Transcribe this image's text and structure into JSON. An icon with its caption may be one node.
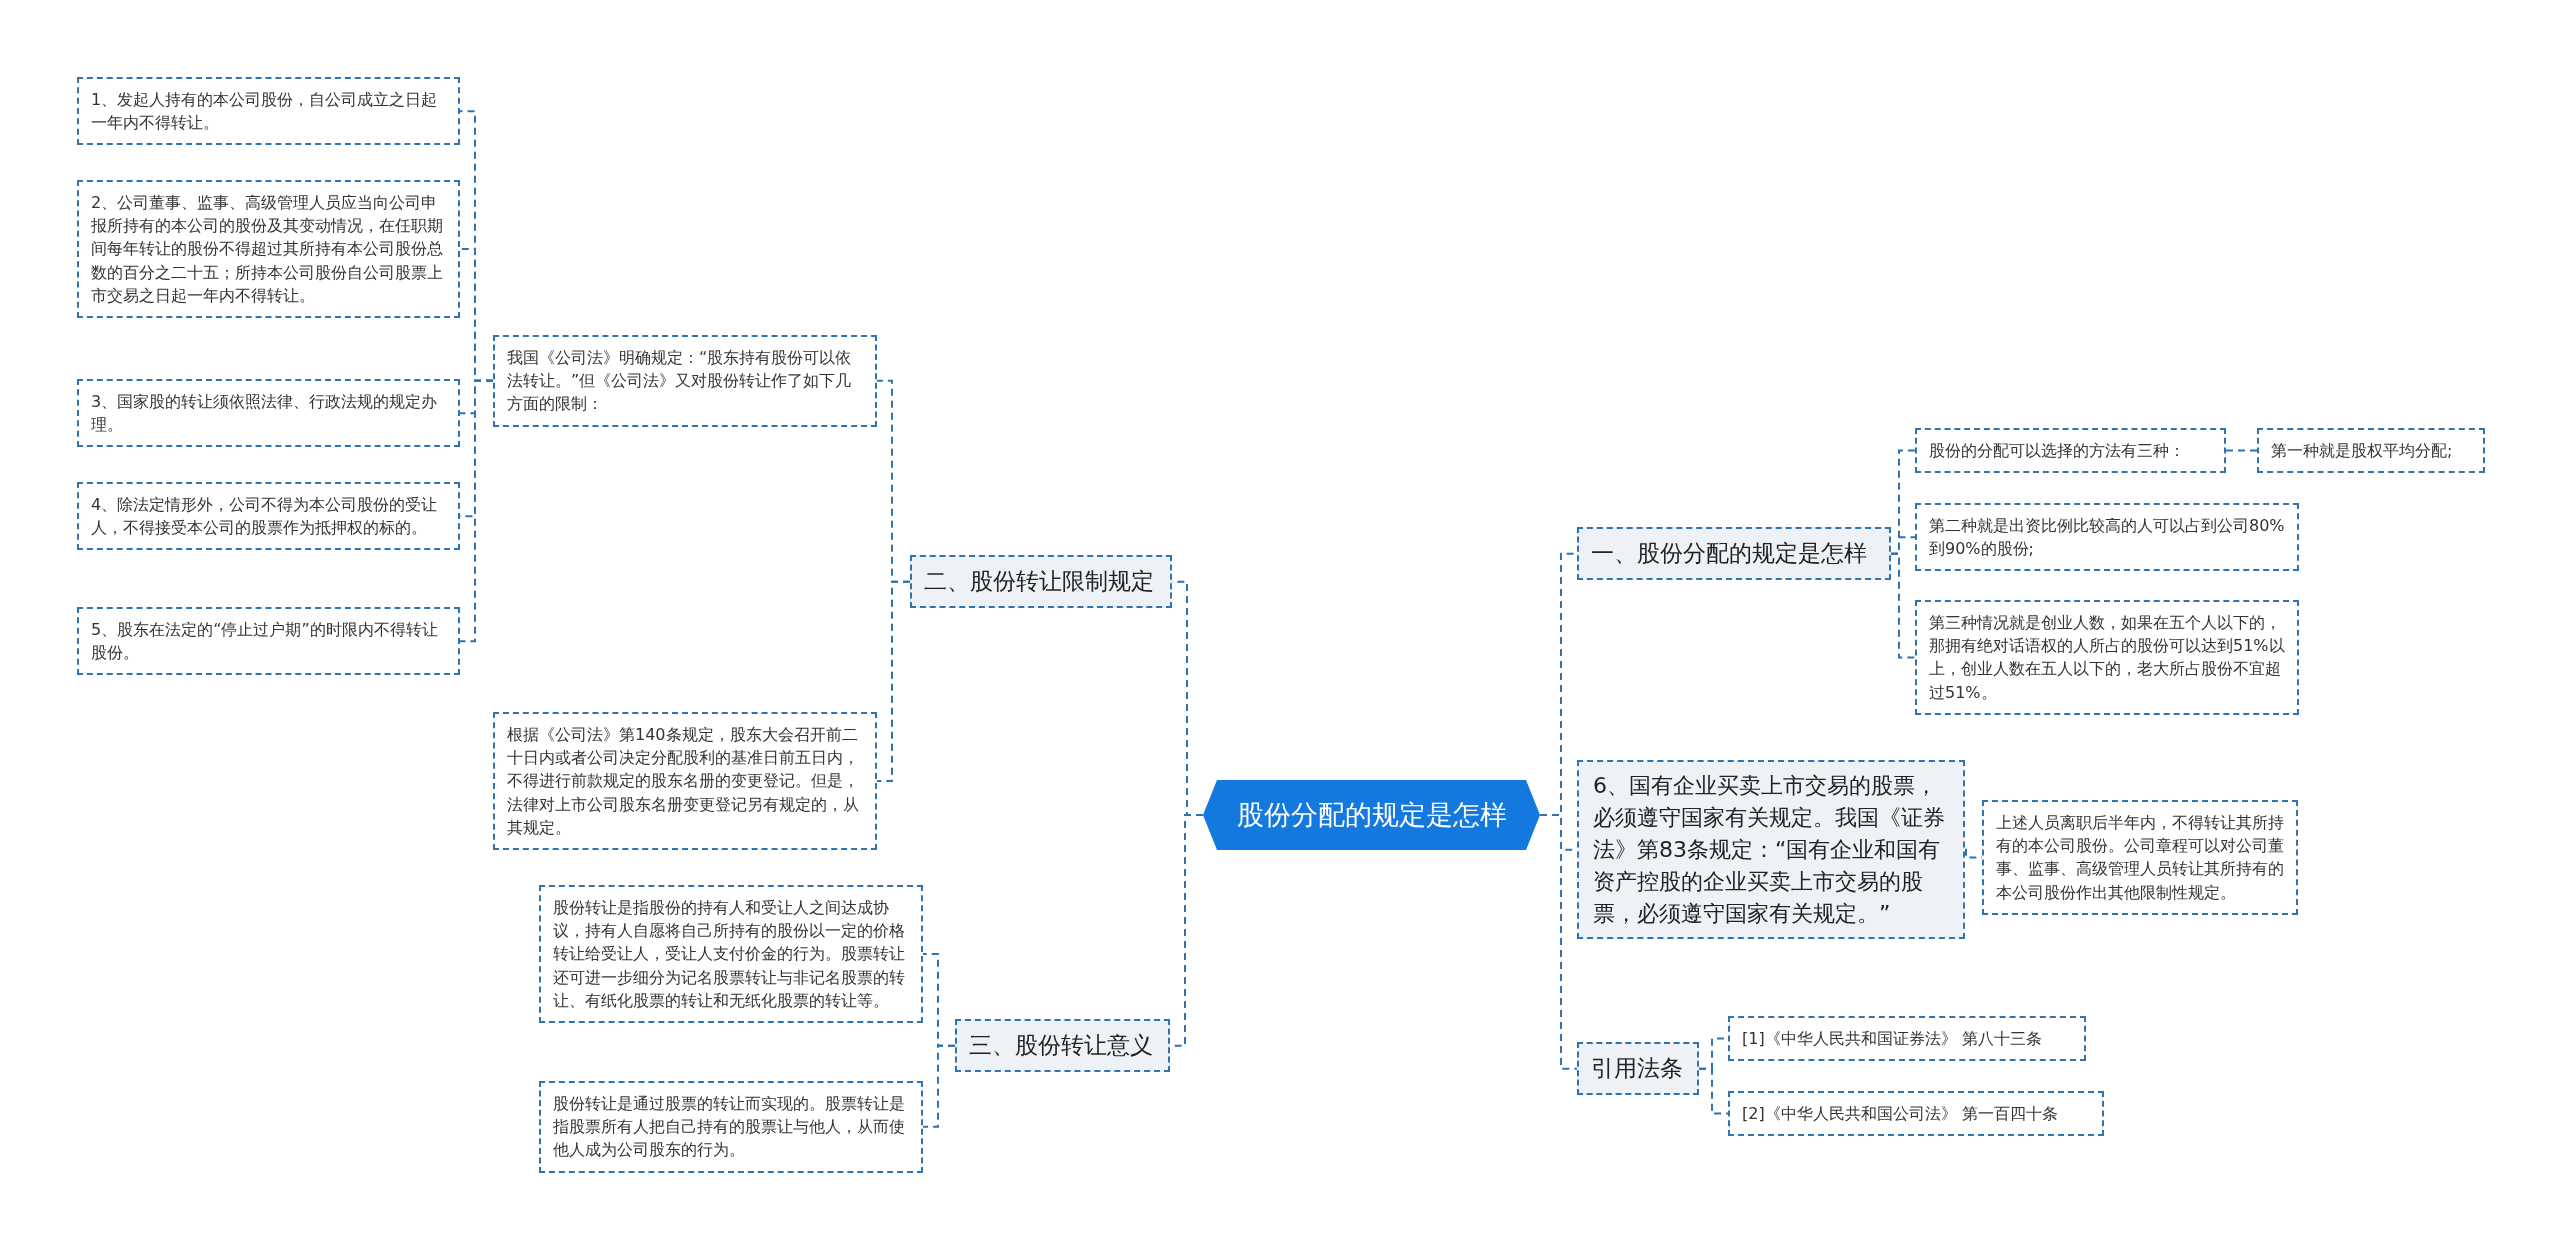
{
  "diagram": {
    "nodes": [
      {
        "text": [
          "股份分配的规定是怎样"
        ]
      },
      {
        "text": [
          "二、股份转让限制规定"
        ]
      },
      {
        "text": [
          "我国《公司法》明确规定：“股东持有股份可以依法转让。”但《公司法》又对股份转让作了如下几方面的限制："
        ]
      },
      {
        "text": [
          "1、发起人持有的本公司股份，自公司成立之日起一年内不得转让。"
        ]
      },
      {
        "text": [
          "2、公司董事、监事、高级管理人员应当向公司申报所持有的本公司的股份及其变动情况，在任职期间每年转让的股份不得超过其所持有本公司股份总数的百分之二十五；所持本公司股份自公司股票上市交易之日起一年内不得转让。"
        ]
      },
      {
        "text": [
          "3、国家股的转让须依照法律、行政法规的规定办理。"
        ]
      },
      {
        "text": [
          "4、除法定情形外，公司不得为本公司股份的受让人，不得接受本公司的股票作为抵押权的标的。"
        ]
      },
      {
        "text": [
          "5、股东在法定的“停止过户期”的时限内不得转让股份。"
        ]
      },
      {
        "text": [
          "根据《公司法》第140条规定，股东大会召开前二十日内或者公司决定分配股利的基准日前五日内，不得进行前款规定的股东名册的变更登记。但是，法律对上市公司股东名册变更登记另有规定的，从其规定。"
        ]
      },
      {
        "text": [
          "三、股份转让意义"
        ]
      },
      {
        "text": [
          "股份转让是指股份的持有人和受让人之间达成协议，持有人自愿将自己所持有的股份以一定的价格转让给受让人，受让人支付价金的行为。股票转让还可进一步细分为记名股票转让与非记名股票的转让、有纸化股票的转让和无纸化股票的转让等。"
        ]
      },
      {
        "text": [
          "股份转让是通过股票的转让而实现的。股票转让是指股票所有人把自己持有的股票让与他人，从而使他人成为公司股东的行为。"
        ]
      },
      {
        "text": [
          "一、股份分配的规定是怎样"
        ]
      },
      {
        "text": [
          "股份的分配可以选择的方法有三种："
        ]
      },
      {
        "text": [
          "第一种就是股权平均分配;"
        ]
      },
      {
        "text": [
          "第二种就是出资比例比较高的人可以占到公司80%到90%的股份;"
        ]
      },
      {
        "text": [
          "第三种情况就是创业人数，如果在五个人以下的，那拥有绝对话语权的人所占的股份可以达到51%以上，创业人数在五人以下的，老大所占股份不宜超过51%。"
        ]
      },
      {
        "text": [
          "6、国有企业买卖上市交易的股票，必须遵守国家有关规定。我国《证券法》第83条规定：“国有企业和国有资产控股的企业买卖上市交易的股票，必须遵守国家有关规定。”"
        ]
      },
      {
        "text": [
          "上述人员离职后半年内，不得转让其所持有的本公司股份。公司章程可以对公司董事、监事、高级管理人员转让其所持有的本公司股份作出其他限制性规定。"
        ]
      },
      {
        "text": [
          "引用法条"
        ]
      },
      {
        "text": [
          "[1]《中华人民共和国证券法》 第八十三条"
        ]
      },
      {
        "text": [
          "[2]《中华人民共和国公司法》 第一百四十条"
        ]
      }
    ],
    "edges": [
      {
        "from": 0,
        "to": 1,
        "arrow": "none"
      },
      {
        "from": 0,
        "to": 9,
        "arrow": "none"
      },
      {
        "from": 0,
        "to": 12,
        "arrow": "none"
      },
      {
        "from": 0,
        "to": 17,
        "arrow": "none"
      },
      {
        "from": 0,
        "to": 19,
        "arrow": "none"
      },
      {
        "from": 1,
        "to": 2,
        "arrow": "none"
      },
      {
        "from": 1,
        "to": 8,
        "arrow": "none"
      },
      {
        "from": 2,
        "to": 3,
        "arrow": "none"
      },
      {
        "from": 2,
        "to": 4,
        "arrow": "none"
      },
      {
        "from": 2,
        "to": 5,
        "arrow": "none"
      },
      {
        "from": 2,
        "to": 6,
        "arrow": "none"
      },
      {
        "from": 2,
        "to": 7,
        "arrow": "none"
      },
      {
        "from": 9,
        "to": 10,
        "arrow": "none"
      },
      {
        "from": 9,
        "to": 11,
        "arrow": "none"
      },
      {
        "from": 12,
        "to": 13,
        "arrow": "none"
      },
      {
        "from": 12,
        "to": 15,
        "arrow": "none"
      },
      {
        "from": 12,
        "to": 16,
        "arrow": "none"
      },
      {
        "from": 13,
        "to": 14,
        "arrow": "none"
      },
      {
        "from": 17,
        "to": 18,
        "arrow": "none"
      },
      {
        "from": 19,
        "to": 20,
        "arrow": "none"
      },
      {
        "from": 19,
        "to": 21,
        "arrow": "none"
      }
    ]
  }
}
